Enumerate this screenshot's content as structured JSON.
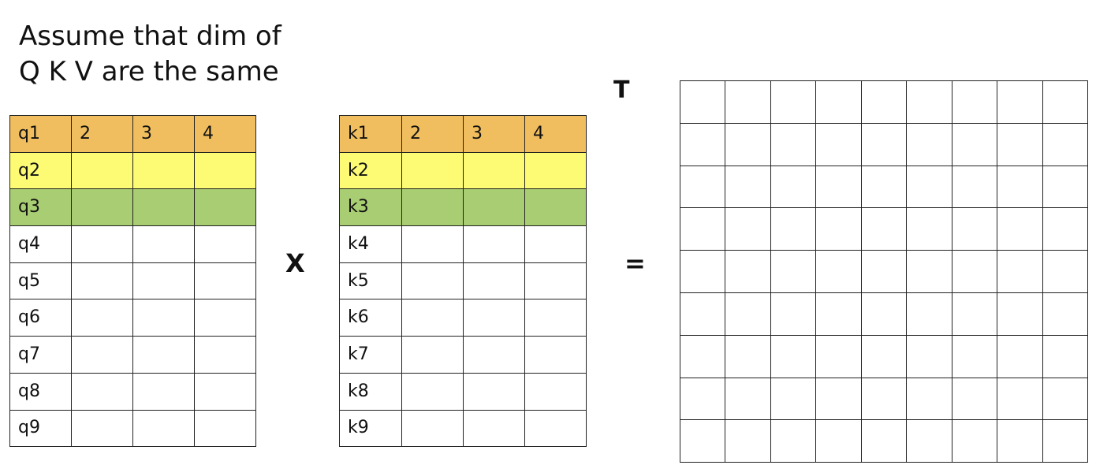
{
  "title_lines": [
    "Assume that dim of",
    "Q K V are the same"
  ],
  "matrix_q": {
    "header_row": [
      "q1",
      "2",
      "3",
      "4"
    ],
    "row_labels": [
      "q2",
      "q3",
      "q4",
      "q5",
      "q6",
      "q7",
      "q8",
      "q9"
    ]
  },
  "matrix_k": {
    "header_row": [
      "k1",
      "2",
      "3",
      "4"
    ],
    "row_labels": [
      "k2",
      "k3",
      "k4",
      "k5",
      "k6",
      "k7",
      "k8",
      "k9"
    ]
  },
  "operators": {
    "multiply": "X",
    "equals": "=",
    "transpose": "T"
  },
  "result_matrix": {
    "rows": 9,
    "cols": 9
  },
  "row_colors": {
    "row1": "#f0be5e",
    "row2": "#fdfb74",
    "row3": "#a9cd73",
    "default": "#ffffff"
  }
}
